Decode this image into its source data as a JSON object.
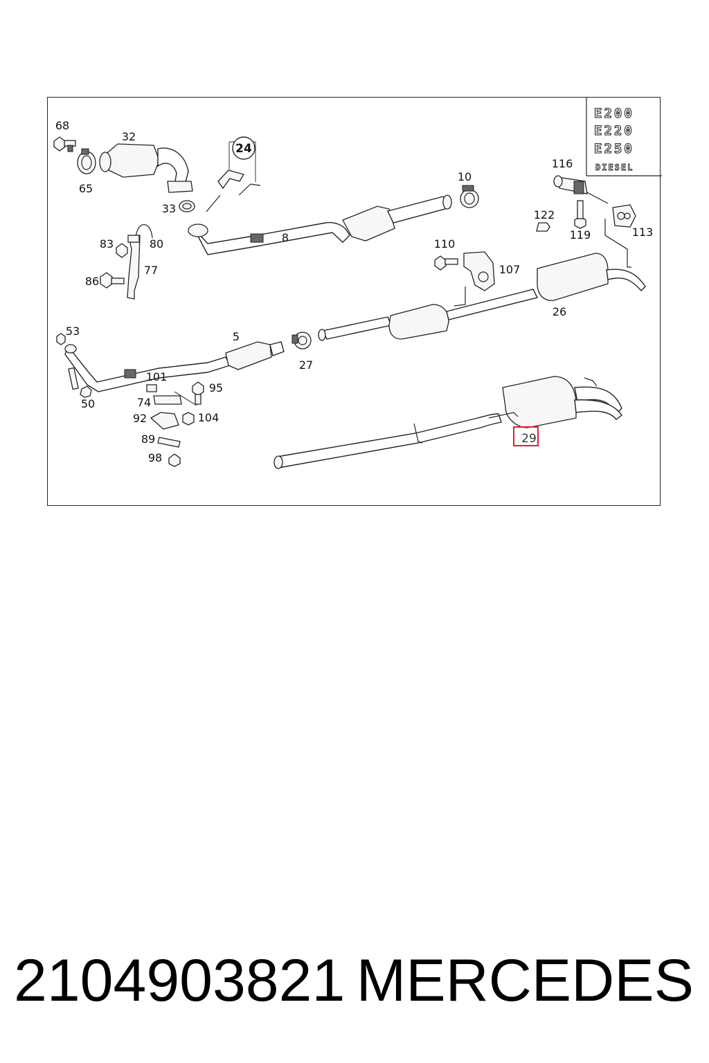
{
  "diagram": {
    "model_badge": {
      "lines": [
        "E200",
        "E220",
        "E250"
      ],
      "engine": "DIESEL"
    },
    "callouts": [
      {
        "id": "68",
        "label": "68"
      },
      {
        "id": "32",
        "label": "32"
      },
      {
        "id": "65",
        "label": "65"
      },
      {
        "id": "33",
        "label": "33"
      },
      {
        "id": "24",
        "label": "24"
      },
      {
        "id": "10",
        "label": "10"
      },
      {
        "id": "8",
        "label": "8"
      },
      {
        "id": "83",
        "label": "83"
      },
      {
        "id": "80",
        "label": "80"
      },
      {
        "id": "77",
        "label": "77"
      },
      {
        "id": "86",
        "label": "86"
      },
      {
        "id": "116",
        "label": "116"
      },
      {
        "id": "122",
        "label": "122"
      },
      {
        "id": "119",
        "label": "119"
      },
      {
        "id": "113",
        "label": "113"
      },
      {
        "id": "110",
        "label": "110"
      },
      {
        "id": "107",
        "label": "107"
      },
      {
        "id": "26",
        "label": "26"
      },
      {
        "id": "53",
        "label": "53"
      },
      {
        "id": "5",
        "label": "5"
      },
      {
        "id": "27",
        "label": "27"
      },
      {
        "id": "50",
        "label": "50"
      },
      {
        "id": "101",
        "label": "101"
      },
      {
        "id": "95",
        "label": "95"
      },
      {
        "id": "74",
        "label": "74"
      },
      {
        "id": "92",
        "label": "92"
      },
      {
        "id": "104",
        "label": "104"
      },
      {
        "id": "89",
        "label": "89"
      },
      {
        "id": "98",
        "label": "98"
      },
      {
        "id": "29",
        "label": "29"
      }
    ],
    "highlighted_callout": "29",
    "highlight_color": "#e0202a"
  },
  "footer": {
    "part_number": "2104903821",
    "brand": "MERCEDES"
  }
}
